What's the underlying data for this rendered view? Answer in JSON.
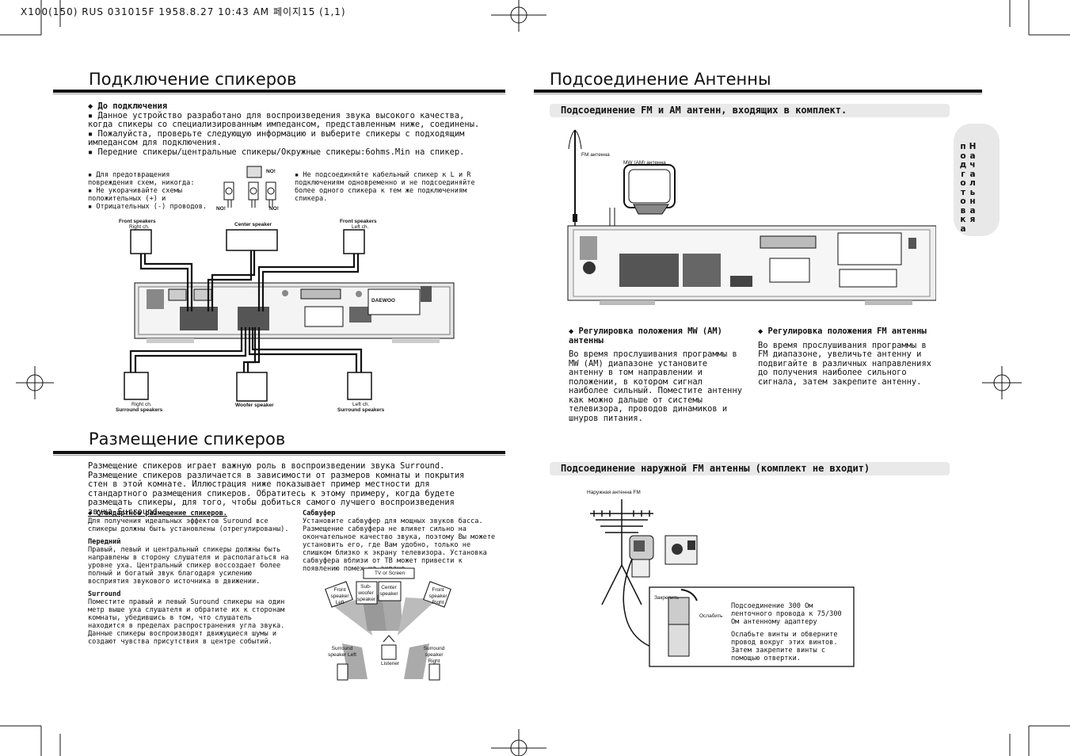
{
  "header": "X100(150) RUS 031015F  1958.8.27 10:43 AM    페이지15 (1,1)",
  "left": {
    "title": "Подключение спикеров",
    "before": {
      "heading": "◆ До подключения",
      "bullets": [
        "▪ Данное устройство разработано для воспроизведения звука высокого качества, когда спикеры со специализированным импедансом, представленным ниже, соединены.",
        "▪ Пожалуйста, проверьте следующую информацию и выберите спикеры с подходящим импедансом для подключения.",
        "▪ Передние спикеры/центральные спикеры/Окружные спикеры:6ohms.Min на спикер."
      ]
    },
    "warnings_left": [
      "▪ Для предотвращения повреждения схем, никогда:",
      "▪ Не укорачивайте схемы положительных (+) и",
      "▪ Отрицательных (-) проводов."
    ],
    "warning_right": "▪ Не подсоединяйте кабельный спикер к L и R подключениям одновременно и не подсоединяйте более одного спикера к тем же подключениям спикера.",
    "no_labels": [
      "NO!",
      "NO!",
      "NO!"
    ],
    "diagram_labels": {
      "front_right": "Front speakers",
      "front_right_sub": "Right ch.",
      "center": "Center speaker",
      "front_left": "Front speakers",
      "front_left_sub": "Left ch.",
      "surround_right_sub": "Right ch.",
      "surround_right": "Surround speakers",
      "woofer": "Woofer speaker",
      "surround_left_sub": "Left ch.",
      "surround_left": "Surround speakers",
      "brand": "DAEWOO"
    },
    "placement": {
      "title": "Размещение спикеров",
      "intro": "Размещение спикеров играет важную роль в воспроизведении звука Surround. Размещение спикеров различается в зависимости от размеров комнаты и покрытия стен в этой комнате. Иллюстрация ниже показывает пример местности для стандартного размещения спикеров. Обратитесь к этому примеру, когда будете размещать спикеры, для того, чтобы добиться самого лучшего воспроизведения звука Surround.",
      "std_heading": "◆ Стандартное размещение спикеров.",
      "std_text": "Для получения идеальных эффектов Suround все спикеры должны быть установлены (отрегулированы).",
      "front_heading": "Передний",
      "front_text": "Правый, левый и центральный спикеры должны быть направлены в сторону слушателя и располагаться на уровне уха. Центральный спикер воссоздает более полный и богатый звук благодаря усилению восприятия звукового источника в движении.",
      "surround_heading": "Surround",
      "surround_text": "Поместите правый и левый Suround спикеры на один метр выше уха слушателя и обратите их к сторонам комнаты, убедившись в том, что слушатель находится в пределах распространения угла звука. Данные спикеры воспроизводят движущиеся шумы и создают чувства присутствия в центре событий.",
      "sub_heading": "Сабвуфер",
      "sub_text": "Установите сабвуфер для мощных звуков басса. Размещение сабвуфера не влияет сильно на окончательное качество звука, поэтому Вы можете установить его, где Вам удобно, только не слишком близко к экрану телевизора. Установка сабвуфера вблизи от ТВ может привести к появлению помех на экране.",
      "layout_labels": {
        "tv": "TV or Screen",
        "front_left": "Front speaker Left",
        "sub": "Sub-woofer speaker",
        "center": "Center speaker",
        "front_right": "Front speaker Right",
        "surround_left": "Surround speaker Left",
        "surround_right": "Surround speaker Right",
        "listener": "Listener"
      }
    }
  },
  "right": {
    "title": "Подсоединение Антенны",
    "bar1": "Подсоединение FM и AM антенн, входящих в комплект.",
    "fm_label": "FM антенна",
    "mw_label": "MW (AM) антенна",
    "mw_adjust": {
      "heading": "◆ Регулировка положения MW (AM) антенны",
      "text": "Во время прослушивания программы в MW (AM) диапазоне установите антенну в том направлении и положении, в котором сигнал наиболее сильный. Поместите антенну как можно дальше от системы телевизора, проводов динамиков и шнуров питания."
    },
    "fm_adjust": {
      "heading": "◆ Регулировка положения FM антенны",
      "text": "Во время прослушивания программы в FM диапазоне, увеличьте антенну и подвигайте в различных направлениях до получения наиболее сильного сигнала, затем закрепите антенну."
    },
    "bar2": "Подсоединение наружной FM антенны (комплект не входит)",
    "outdoor_label": "Наружная антенна FM",
    "tighten": "Закрепить",
    "loosen": "Ослабить",
    "box_text1": "Подсоединение 300 Ом ленточного провода к 75/300 Ом антенному адаптеру",
    "box_text2": "Ослабьте винты и обверните провод вокруг этих винтов. Затем закрепите винты с помощью отвертки.",
    "side_tab_col1": "Начальная",
    "side_tab_col2": "подготовка"
  }
}
